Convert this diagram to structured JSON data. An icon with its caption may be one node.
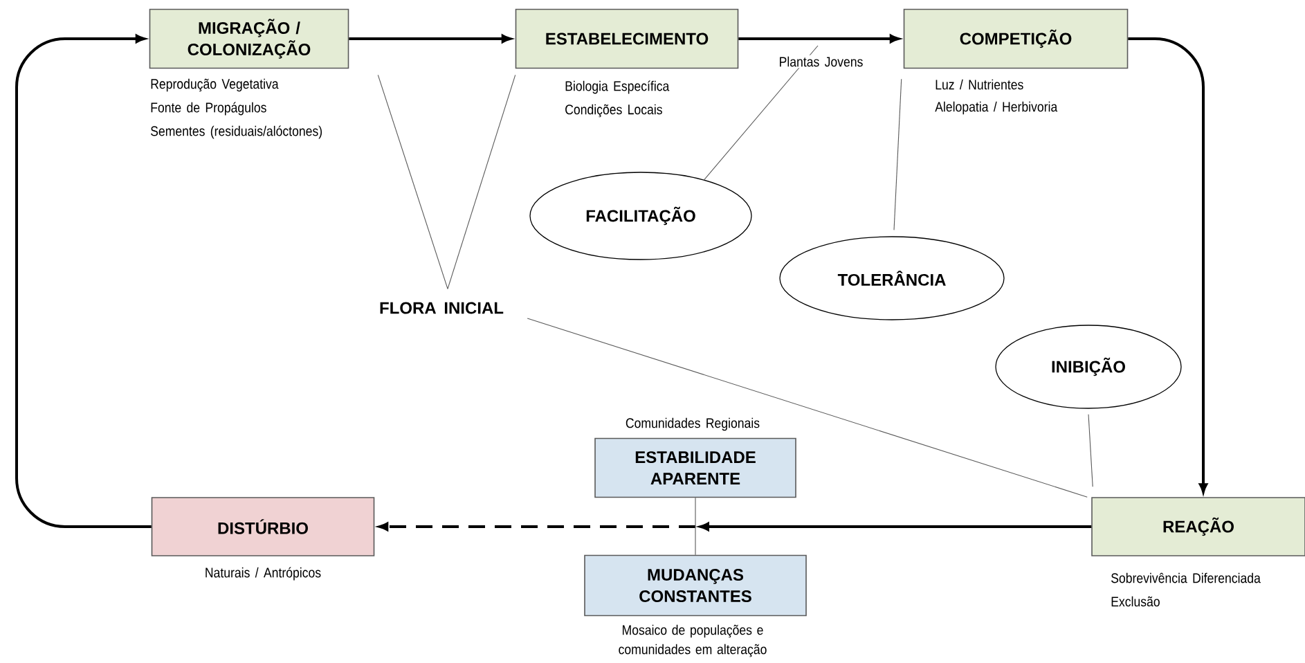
{
  "diagram": {
    "nodes": [
      {
        "text": [
          "MIGRAÇÃO / COLONIZAÇÃO"
        ],
        "beside": [
          "Reprodução Vegetativa",
          "Fonte de Propágulos",
          "Sementes (residuais/alóctones)"
        ]
      },
      {
        "text": [
          "ESTABELECIMENTO"
        ],
        "beside": [
          "Biologia Específica",
          "Condições Locais"
        ]
      },
      {
        "text": [
          "COMPETIÇÃO"
        ],
        "beside": [
          "Luz / Nutrientes",
          "Alelopatia / Herbivoria"
        ]
      },
      {
        "text": [
          "FACILITAÇÃO"
        ]
      },
      {
        "text": [
          "TOLERÂNCIA"
        ]
      },
      {
        "text": [
          "FLORA INICIAL"
        ]
      },
      {
        "text": [
          "INIBIÇÃO"
        ]
      },
      {
        "text": [
          "ESTABILIDADE APARENTE"
        ],
        "beside": [
          "Comunidades Regionais"
        ]
      },
      {
        "text": [
          "MUDANÇAS CONSTANTES"
        ],
        "beside": [
          "Mosaico de populações e comunidades em alteração"
        ]
      },
      {
        "text": [
          "DISTÚRBIO"
        ],
        "beside": [
          "Naturais / Antrópicos"
        ]
      },
      {
        "text": [
          "REAÇÃO"
        ],
        "beside": [
          "Sobrevivência Diferenciada",
          "Exclusão"
        ]
      }
    ],
    "edges": [
      {
        "from": 9,
        "to": 0,
        "arrow": "to",
        "style": "thick"
      },
      {
        "from": 0,
        "to": 1,
        "arrow": "to",
        "style": "thick"
      },
      {
        "from": 1,
        "to": 2,
        "arrow": "to",
        "style": "thick",
        "label": "Plantas Jovens"
      },
      {
        "from": 2,
        "to": 10,
        "arrow": "to",
        "style": "thick"
      },
      {
        "from": 10,
        "to": null,
        "arrow": "to",
        "style": "thick"
      },
      {
        "from": null,
        "to": 9,
        "arrow": "to",
        "style": "dashed"
      },
      {
        "from": 7,
        "to": 8,
        "arrow": "none"
      },
      {
        "from": 5,
        "to": 0,
        "arrow": "none"
      },
      {
        "from": 5,
        "to": 1,
        "arrow": "none"
      },
      {
        "from": 5,
        "to": 10,
        "arrow": "none"
      },
      {
        "from": 3,
        "to": null,
        "arrow": "none"
      },
      {
        "from": 4,
        "to": 2,
        "arrow": "none"
      },
      {
        "from": 6,
        "to": 10,
        "arrow": "none"
      }
    ]
  }
}
